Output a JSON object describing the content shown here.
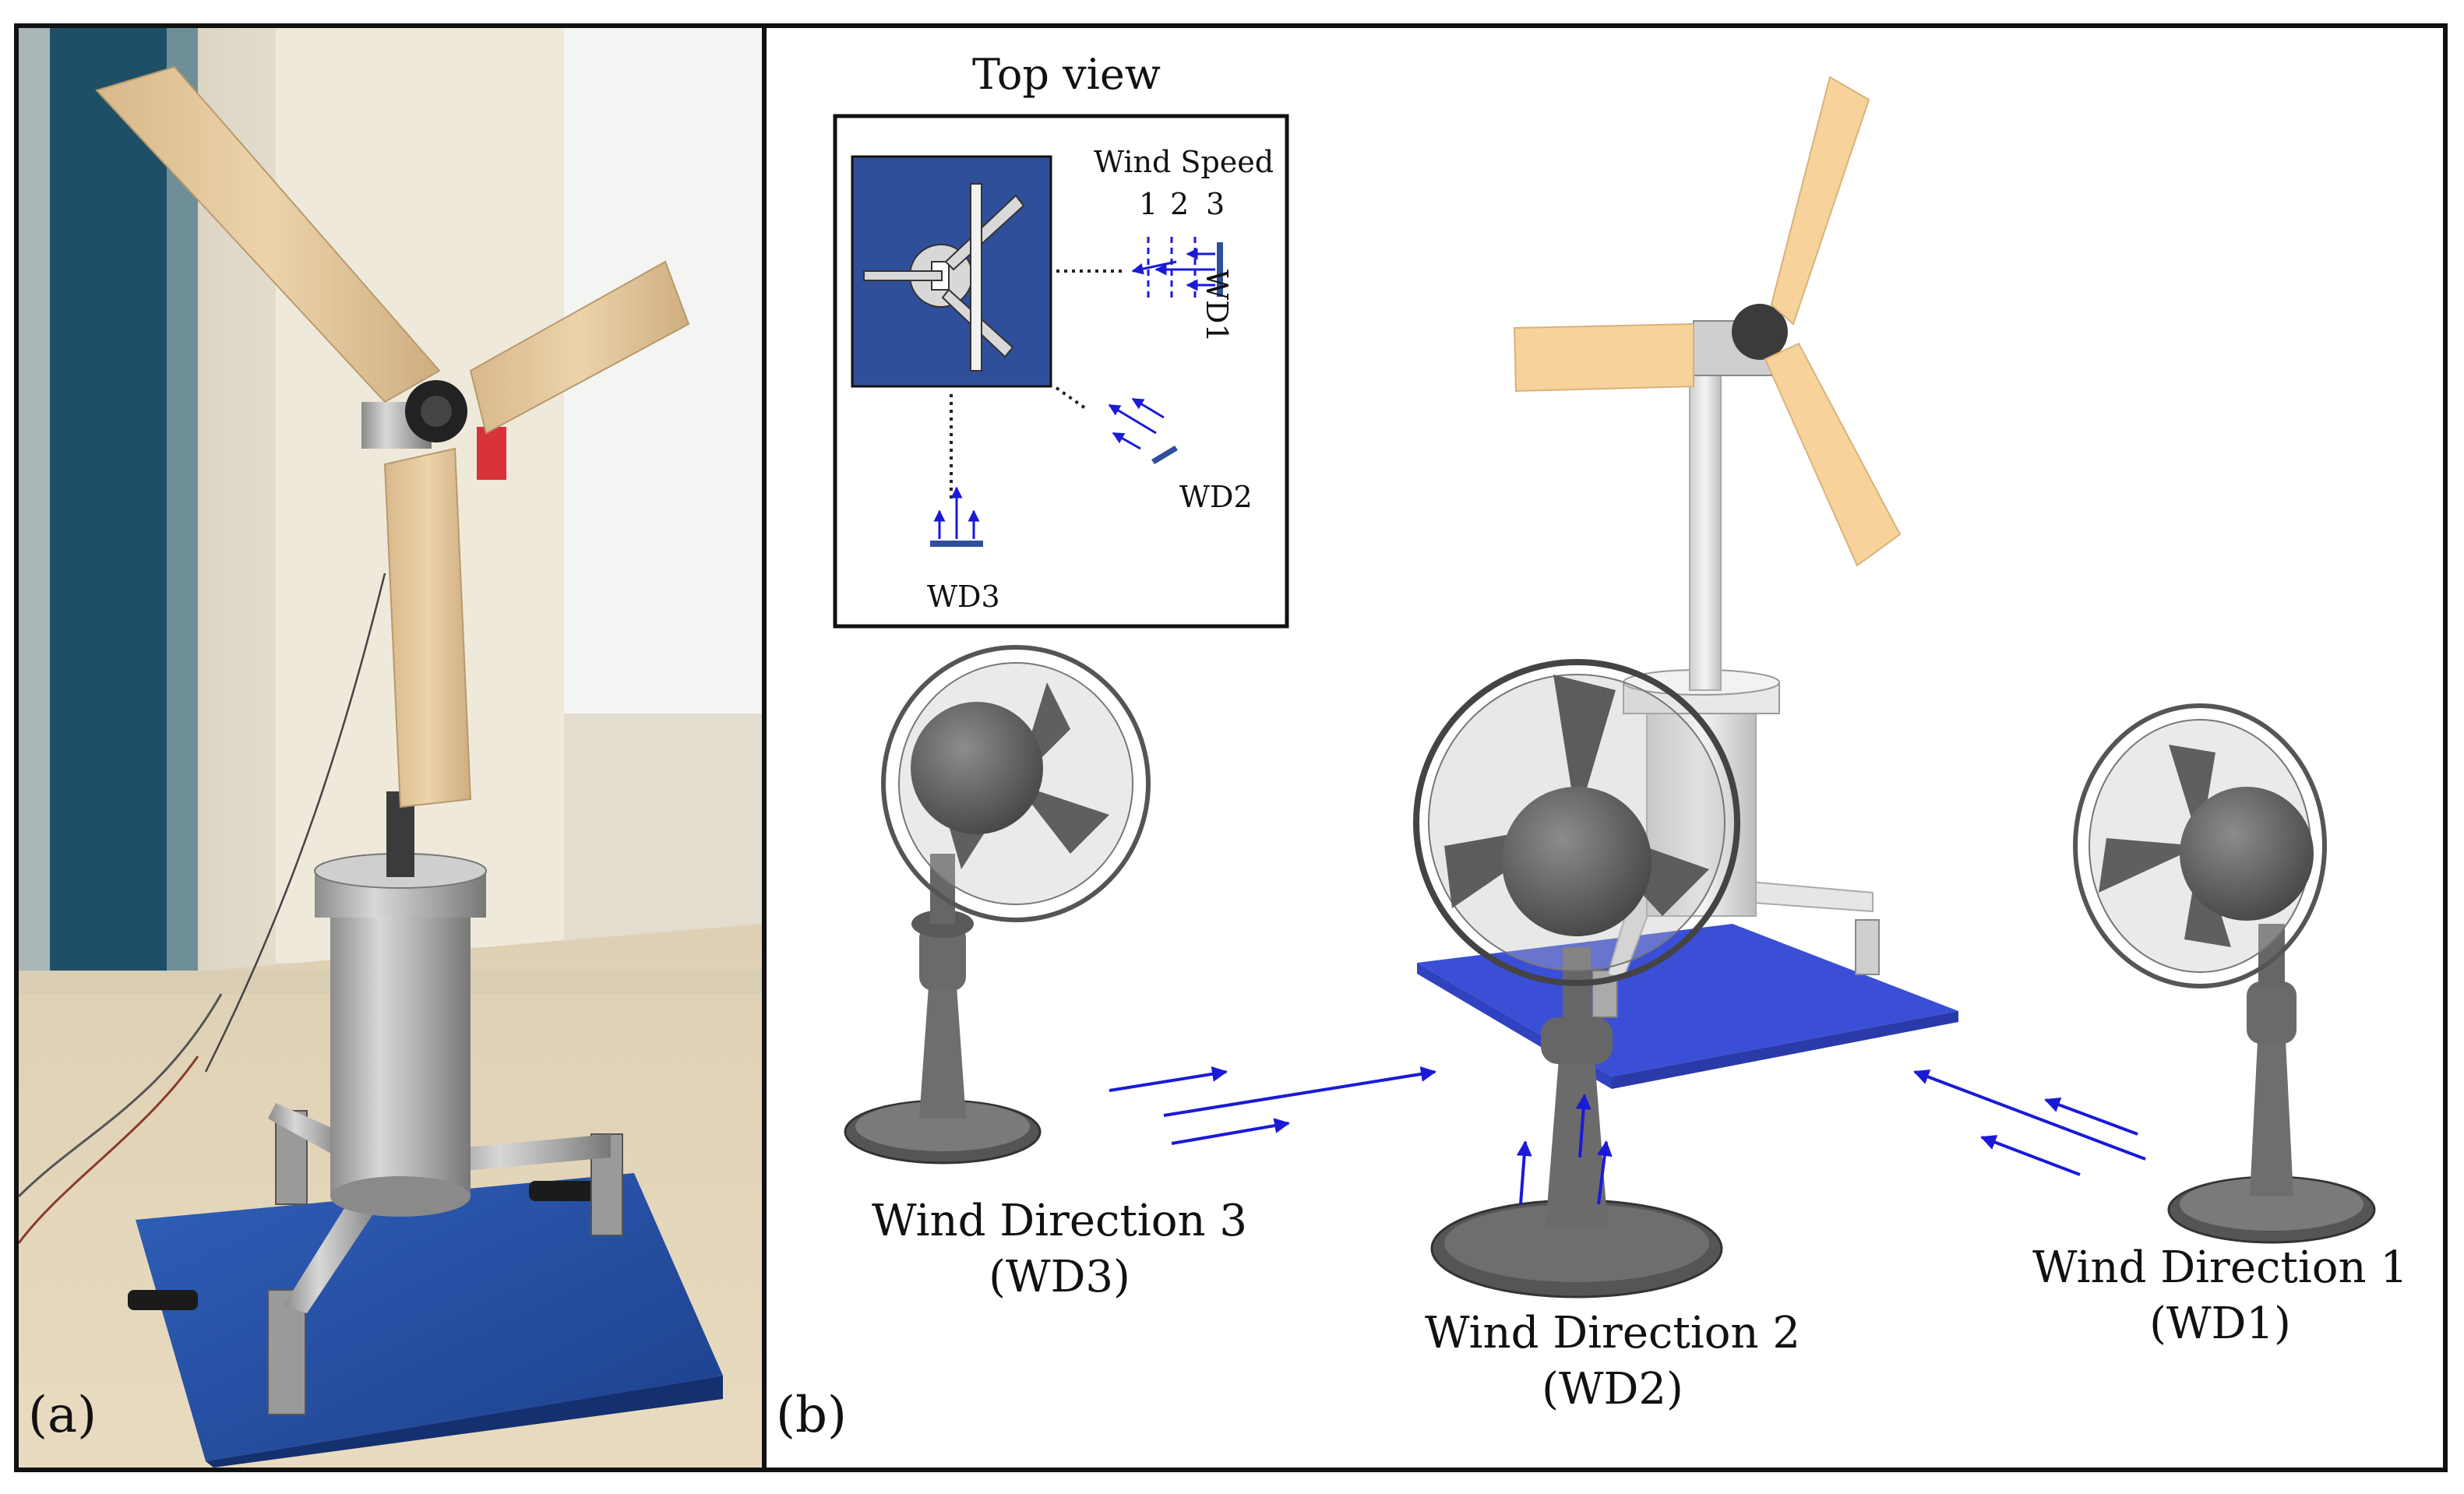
{
  "panel_a": {
    "label": "(a)"
  },
  "panel_b": {
    "label": "(b)",
    "top_view": {
      "title": "Top view",
      "wind_speed_label": "Wind Speed",
      "speed_levels": [
        "1",
        "2",
        "3"
      ],
      "wd1": "WD1",
      "wd2": "WD2",
      "wd3": "WD3"
    },
    "fans": [
      {
        "line1": "Wind Direction 3",
        "line2": "(WD3)"
      },
      {
        "line1": "Wind Direction 2",
        "line2": "(WD2)"
      },
      {
        "line1": "Wind Direction 1",
        "line2": "(WD1)"
      }
    ]
  },
  "colors": {
    "frame": "#111111",
    "platform_blue": "#3a4fd6",
    "topview_blue": "#2f4f9a",
    "arrow_blue": "#1a1ad8",
    "blade_wood": "#f7d39b",
    "fan_gray": "#6e6e6e"
  }
}
